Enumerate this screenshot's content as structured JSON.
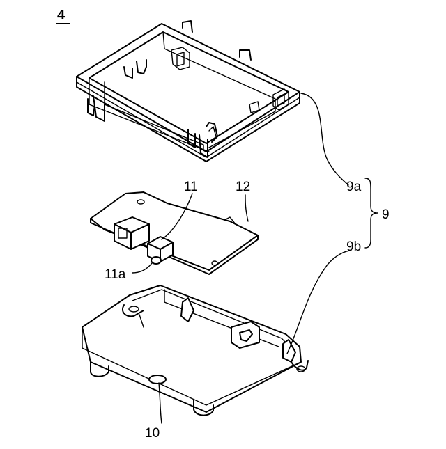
{
  "figure": {
    "number": "4"
  },
  "labels": {
    "cover": "9a",
    "case_assembly": "9",
    "base": "9b",
    "board": "12",
    "connector": "11",
    "connector_pin": "11a",
    "base_hole": "10"
  }
}
